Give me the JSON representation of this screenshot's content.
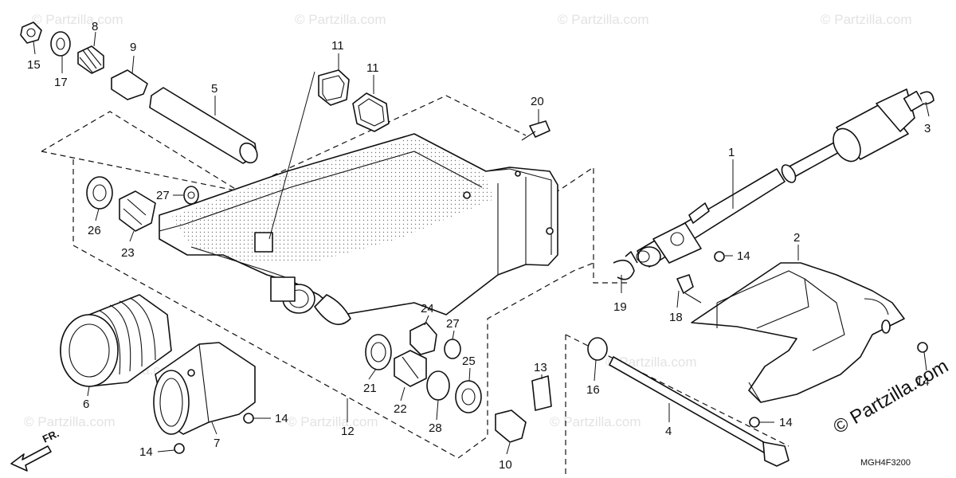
{
  "diagram": {
    "title_code": "MGH4F3200",
    "brand": "© Partzilla.com",
    "watermark": "© Partzilla.com",
    "direction_label": "FR.",
    "callouts": [
      "15",
      "17",
      "8",
      "9",
      "5",
      "11",
      "11",
      "20",
      "3",
      "1",
      "2",
      "14",
      "19",
      "18",
      "27",
      "26",
      "23",
      "6",
      "24",
      "27",
      "25",
      "21",
      "22",
      "28",
      "13",
      "16",
      "4",
      "14",
      "7",
      "14",
      "12",
      "10",
      "14",
      "14"
    ]
  }
}
